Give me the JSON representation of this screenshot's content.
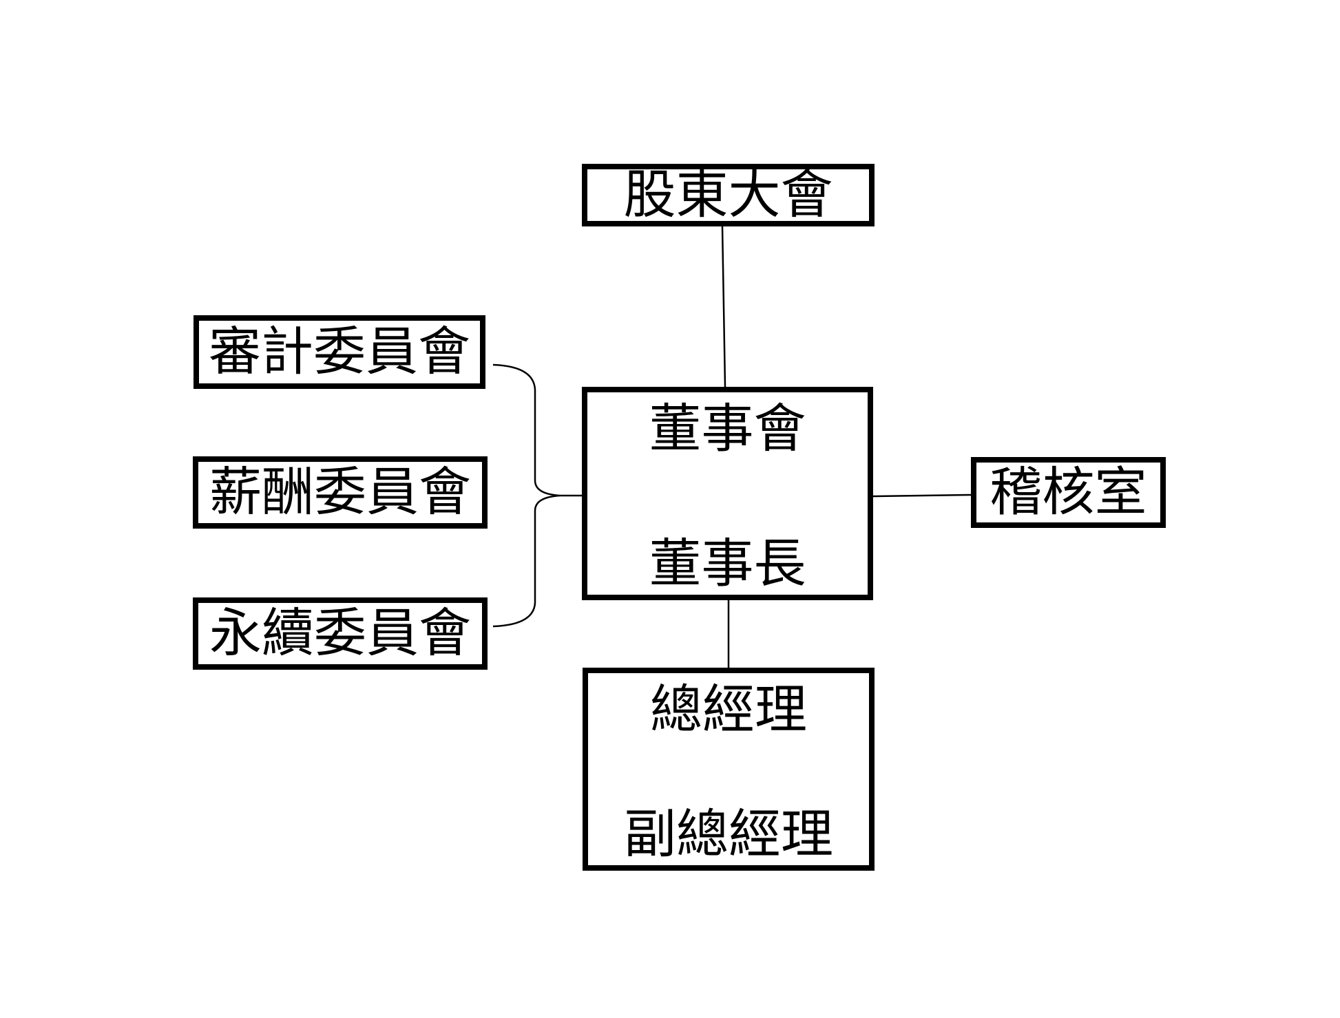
{
  "nodes": {
    "shareholders": {
      "label": "股東大會"
    },
    "board": {
      "line1": "董事會",
      "line2": "董事長"
    },
    "audit_office": {
      "label": "稽核室"
    },
    "general_manager": {
      "line1": "總經理",
      "line2": "副總經理"
    },
    "audit_committee": {
      "label": "審計委員會"
    },
    "compensation_committee": {
      "label": "薪酬委員會"
    },
    "sustainability_committee": {
      "label": "永續委員會"
    }
  },
  "colors": {
    "line": "#000000",
    "text": "#000000",
    "background": "#ffffff"
  }
}
